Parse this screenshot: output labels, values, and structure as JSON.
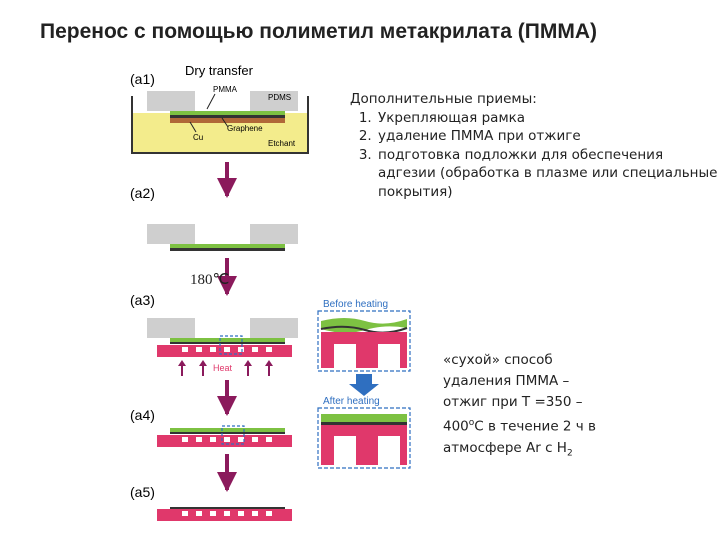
{
  "title": "Перенос с помощью полиметил метакрилата (ПММА)",
  "notes": {
    "heading": "Дополнительные приемы:",
    "items": [
      "Укрепляющая рамка",
      "удаление  ПММА при отжиге",
      "подготовка подложки для обеспечения адгезии (обработка в плазме или специальные покрытия)"
    ]
  },
  "temperature_label": "180℃",
  "dry_note": {
    "line1": "«сухой» способ",
    "line2": "удаления ПММА –",
    "line3": "отжиг при T =350 –",
    "line4_value": "400",
    "line4_sup": "о",
    "line4_rest": "С в течение 2 ч в",
    "line5_text": "атмосфере Ar с H",
    "line5_sub": "2"
  },
  "diagram": {
    "step_labels": [
      "(a1)",
      "(a2)",
      "(a3)",
      "(a4)",
      "(a5)"
    ],
    "dry_transfer": "Dry transfer",
    "pmma": "PMMA",
    "pdms": "PDMS",
    "cu": "Cu",
    "graphene": "Graphene",
    "etchant": "Etchant",
    "heat": "Heat",
    "before_heating": "Before heating",
    "after_heating": "After heating"
  },
  "colors": {
    "etchant": "#f3ec8c",
    "graphene": "#7dc142",
    "substrate": "#e0386b",
    "arrow": "#8b1a5c",
    "blue_arrow": "#2f6fc0",
    "pdms": "#cfcfcf",
    "cu": "#b06838"
  }
}
